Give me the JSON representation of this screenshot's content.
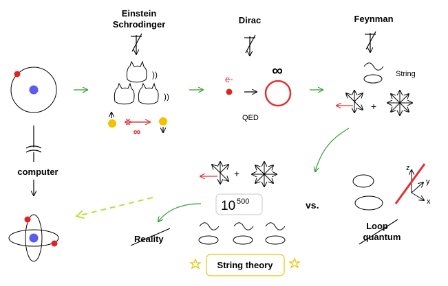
{
  "labels": {
    "einstein_line1": "Einstein",
    "einstein_line2": "Schrodinger",
    "dirac": "Dirac",
    "feynman": "Feynman",
    "electron": "e-",
    "infinity_symbol": "∞",
    "infinity_red": "∞",
    "qed": "QED",
    "string_label": "String",
    "computer": "computer",
    "plus": "+",
    "plus2": "+",
    "landscape_base": "10",
    "landscape_exp": "500",
    "vs": "vs.",
    "reality": "Reality",
    "loop_line1": "Loop",
    "loop_line2": "quantum",
    "string_theory": "String theory",
    "axis_z": "z",
    "axis_y": "y",
    "axis_x": "x",
    "wave_marks": "))"
  },
  "colors": {
    "nucleus": "#5b5bf0",
    "electron": "#e02424",
    "arrow_green": "#2f9e2f",
    "arrow_red": "#e03030",
    "dashed_green": "#aee83a",
    "yellow_dot": "#f2c200",
    "star": "#e8c400",
    "box_border": "#e8c400",
    "line": "#000000"
  }
}
